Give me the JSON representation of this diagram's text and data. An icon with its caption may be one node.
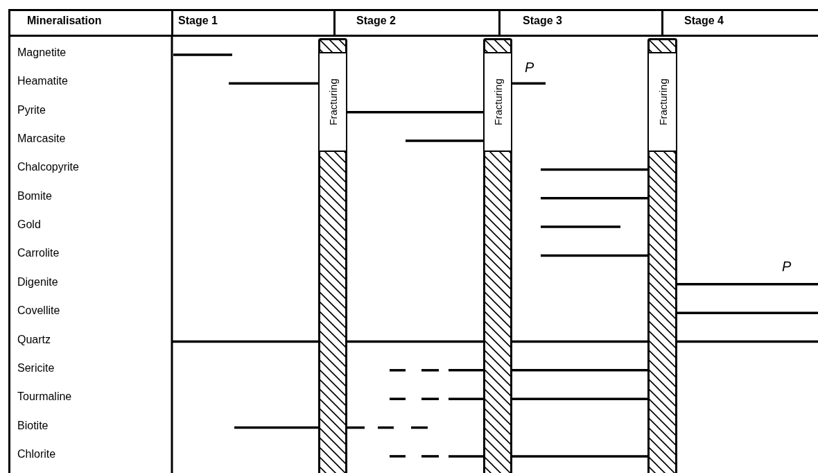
{
  "diagram": {
    "nodes": [
      {
        "text": [
          "Mineralisation"
        ]
      },
      {
        "text": [
          "Stage 1"
        ]
      },
      {
        "text": [
          "Stage 2"
        ]
      },
      {
        "text": [
          "Stage 3"
        ]
      },
      {
        "text": [
          "Stage 4"
        ]
      },
      {
        "text": [
          "Fracturing"
        ]
      },
      {
        "text": [
          "Fracturing"
        ]
      },
      {
        "text": [
          "Fracturing"
        ]
      }
    ],
    "labels": [
      "Magnetite",
      "Heamatite",
      "P",
      "Pyrite",
      "Marcasite",
      "Chalcopyrite",
      "Bomite",
      "Gold",
      "Carrolite",
      "P",
      "Digenite",
      "Covellite",
      "Quartz",
      "Sericite",
      "Tourmaline",
      "Biotite",
      "Chlorite"
    ]
  }
}
